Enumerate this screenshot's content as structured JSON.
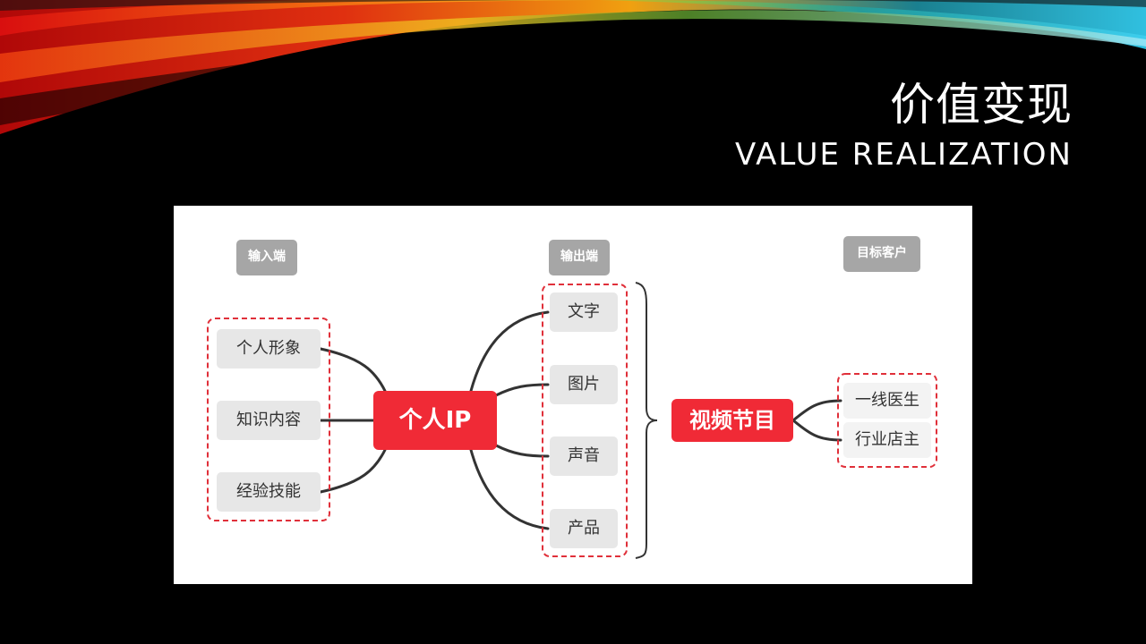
{
  "slide": {
    "title_zh": "价值变现",
    "title_en": "VALUE REALIZATION"
  },
  "diagram": {
    "headers": {
      "input": "输入端",
      "output": "输出端",
      "target": "目标客户"
    },
    "inputs": [
      "个人形象",
      "知识内容",
      "经验技能"
    ],
    "center": "个人IP",
    "outputs": [
      "文字",
      "图片",
      "声音",
      "产品"
    ],
    "program": "视频节目",
    "customers": [
      "一线医生",
      "行业店主"
    ]
  },
  "colors": {
    "accent_red": "#f02a36",
    "dashed_border": "#e0303a",
    "node_gray": "#e7e7e7",
    "badge_gray": "#a6a6a6",
    "line": "#333333"
  }
}
